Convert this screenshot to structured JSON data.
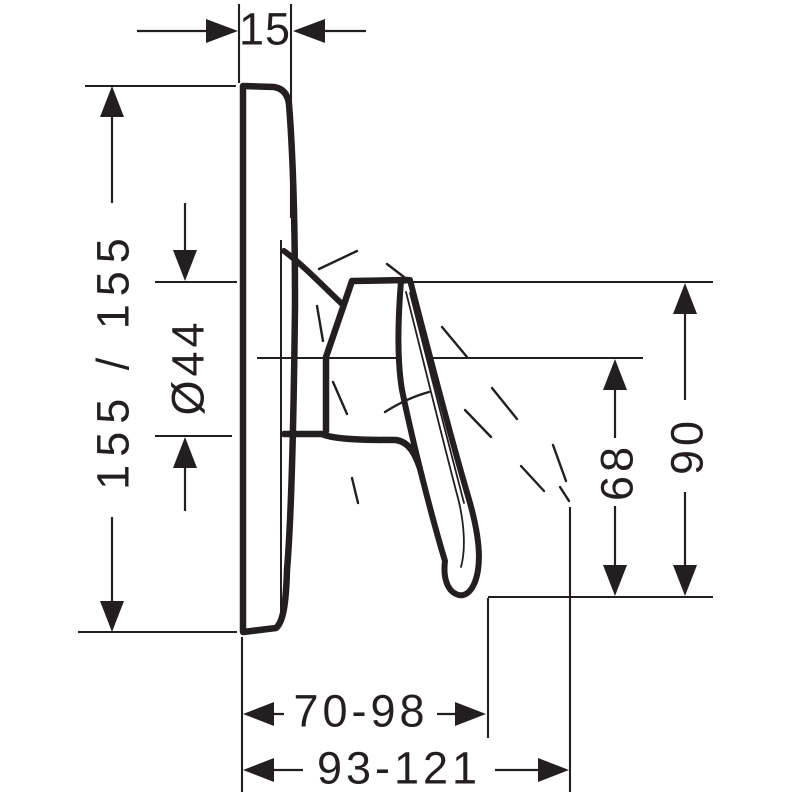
{
  "drawing": {
    "title": "Concealed shower mixer - side profile dimension drawing",
    "background_color": "#ffffff",
    "line_color": "#231f20",
    "labels": {
      "plate_thickness": "15",
      "plate_width_height": "155 / 155",
      "sleeve_diameter": "Ø44",
      "handle_overall_height": "90",
      "handle_below_center": "68",
      "projection_min_range": "70-98",
      "projection_max_range": "93-121"
    }
  }
}
